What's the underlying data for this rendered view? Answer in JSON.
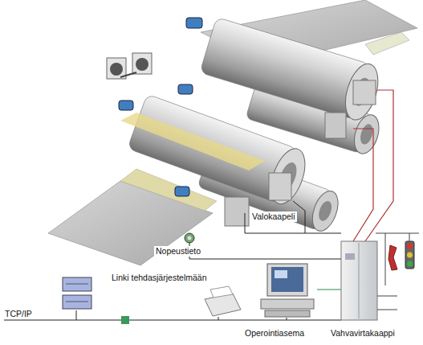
{
  "diagram": {
    "labels": [
      "Valokaapeli",
      "Nopeustieto",
      "Linki tehdasjärjestelmään",
      "TCP/IP",
      "Operointiasema",
      "Vahvavirtakaappi"
    ]
  }
}
